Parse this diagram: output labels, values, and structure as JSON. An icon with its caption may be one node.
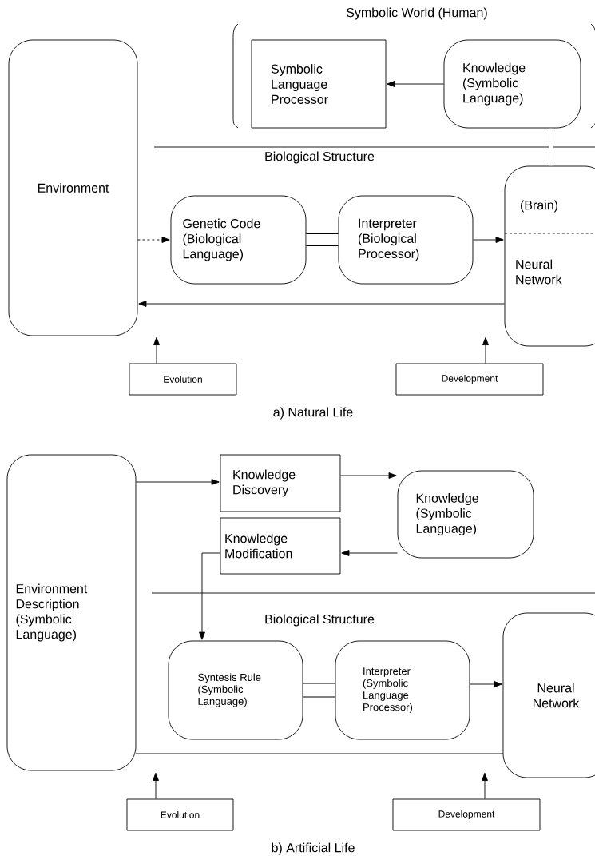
{
  "diagram": {
    "nodes": [
      {
        "text": [
          "Environment"
        ]
      },
      {
        "text": [
          "Symbolic Language Processor"
        ]
      },
      {
        "text": [
          "Knowledge (Symbolic Language)"
        ]
      },
      {
        "text": [
          "(Brain)",
          "Neural Network"
        ]
      },
      {
        "text": [
          "Genetic Code (Biological Language)"
        ]
      },
      {
        "text": [
          "Interpreter (Biological Processor)"
        ]
      },
      {
        "text": [
          "Evolution"
        ]
      },
      {
        "text": [
          "Development"
        ]
      },
      {
        "text": [
          "Environment Description (Symbolic Language)"
        ]
      },
      {
        "text": [
          "Knowledge Discovery"
        ]
      },
      {
        "text": [
          "Knowledge (Symbolic Language)"
        ]
      },
      {
        "text": [
          "Knowledge Modification"
        ]
      },
      {
        "text": [
          "Syntesis Rule (Symbolic Language)"
        ]
      },
      {
        "text": [
          "Interpreter (Symbolic Language Processor)"
        ]
      },
      {
        "text": [
          "Neural Network"
        ]
      },
      {
        "text": [
          "Evolution"
        ]
      },
      {
        "text": [
          "Development"
        ]
      }
    ],
    "edges": [
      {
        "from": 2,
        "to": 1,
        "arrow": "to"
      },
      {
        "from": 2,
        "to": 3,
        "arrow": "none",
        "style": "thick"
      },
      {
        "from": 0,
        "to": 4,
        "arrow": "to",
        "style": "dashed"
      },
      {
        "from": 4,
        "to": 5,
        "arrow": "none",
        "style": "thick"
      },
      {
        "from": 5,
        "to": 3,
        "arrow": "to"
      },
      {
        "from": 3,
        "to": 0,
        "arrow": "to"
      },
      {
        "from": 6,
        "to": null,
        "arrow": "to"
      },
      {
        "from": 7,
        "to": null,
        "arrow": "to"
      },
      {
        "from": 8,
        "to": 9,
        "arrow": "to"
      },
      {
        "from": 9,
        "to": 10,
        "arrow": "to"
      },
      {
        "from": 10,
        "to": 11,
        "arrow": "to"
      },
      {
        "from": 11,
        "to": 12,
        "arrow": "to"
      },
      {
        "from": 12,
        "to": 13,
        "arrow": "none",
        "style": "thick"
      },
      {
        "from": 13,
        "to": 14,
        "arrow": "to"
      },
      {
        "from": 15,
        "to": null,
        "arrow": "to"
      },
      {
        "from": 16,
        "to": null,
        "arrow": "to"
      }
    ],
    "labels": [
      "Symbolic World (Human)",
      "Biological Structure",
      "a) Natural Life",
      "Biological Structure",
      "b) Artificial Life"
    ]
  }
}
